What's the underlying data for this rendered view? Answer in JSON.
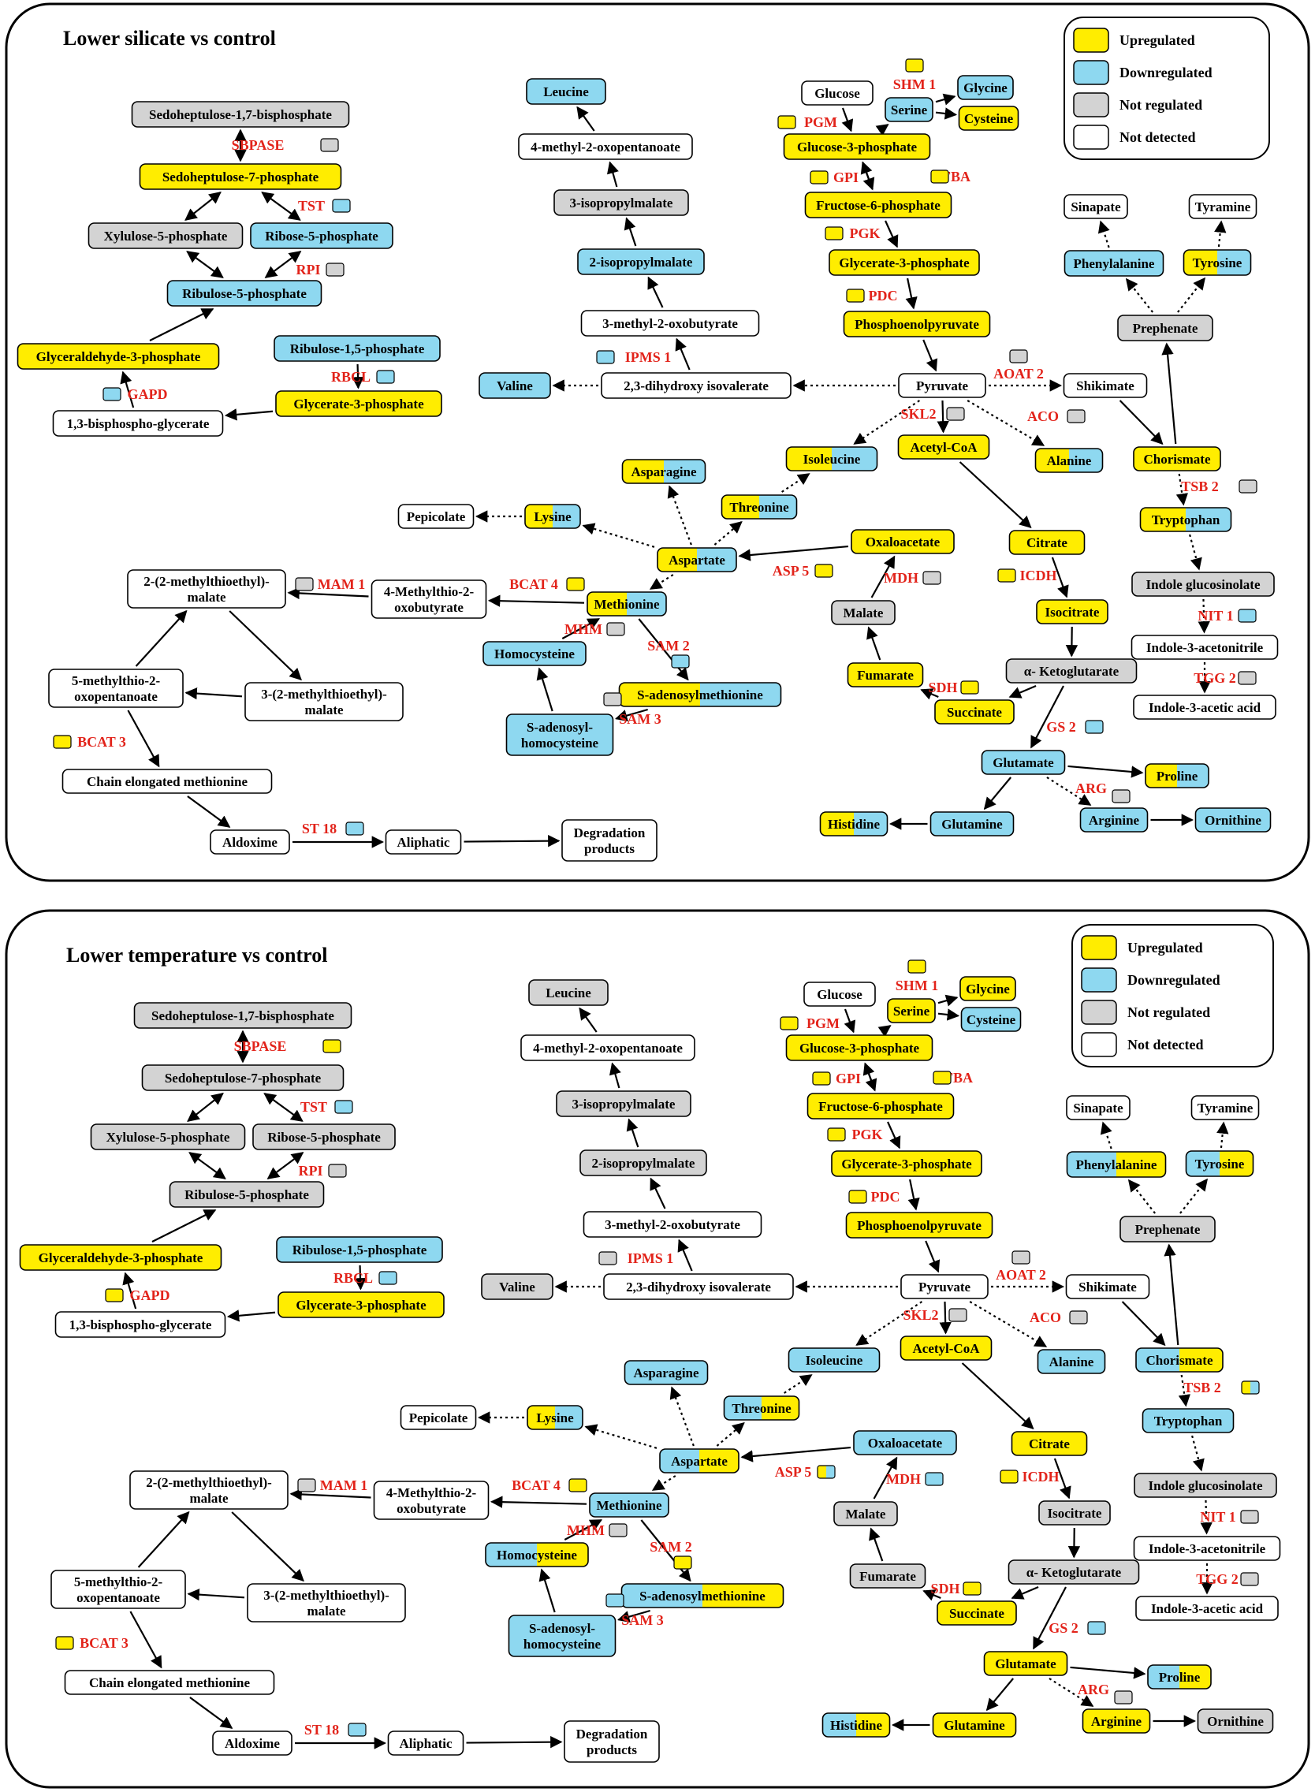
{
  "colors": {
    "up": "#FFED00",
    "down": "#8ED8F0",
    "notreg": "#D3D3D3",
    "nd": "#FFFFFF",
    "enzyme": "#E2231A",
    "stroke": "#000000"
  },
  "legend": [
    {
      "key": "up",
      "label": "Upregulated"
    },
    {
      "key": "down",
      "label": "Downregulated"
    },
    {
      "key": "notreg",
      "label": "Not regulated"
    },
    {
      "key": "nd",
      "label": "Not detected"
    }
  ],
  "panels": [
    {
      "id": "silicate",
      "title": "Lower silicate vs control",
      "nodes": {
        "s17bp": {
          "text": "Sedoheptulose-1,7-bisphosphate",
          "status": "notreg"
        },
        "s7p": {
          "text": "Sedoheptulose-7-phosphate",
          "status": "up"
        },
        "xu5p": {
          "text": "Xylulose-5-phosphate",
          "status": "notreg"
        },
        "r5p": {
          "text": "Ribose-5-phosphate",
          "status": "down"
        },
        "ru5p": {
          "text": "Ribulose-5-phosphate",
          "status": "down"
        },
        "ga3p": {
          "text": "Glyceraldehyde-3-phosphate",
          "status": "up"
        },
        "rubp": {
          "text": "Ribulose-1,5-phosphate",
          "status": "down"
        },
        "g3pl": {
          "text": "Glycerate-3-phosphate",
          "status": "up"
        },
        "bpg": {
          "text": "1,3-bisphospho-glycerate",
          "status": "nd"
        },
        "leu": {
          "text": "Leucine",
          "status": "down"
        },
        "mop": {
          "text": "4-methyl-2-oxopentanoate",
          "status": "nd"
        },
        "ipm3": {
          "text": "3-isopropylmalate",
          "status": "notreg"
        },
        "ipm2": {
          "text": "2-isopropylmalate",
          "status": "down"
        },
        "mob": {
          "text": "3-methyl-2-oxobutyrate",
          "status": "nd"
        },
        "dhiv": {
          "text": "2,3-dihydroxy isovalerate",
          "status": "nd"
        },
        "val": {
          "text": "Valine",
          "status": "down"
        },
        "glc": {
          "text": "Glucose",
          "status": "nd"
        },
        "ser": {
          "text": "Serine",
          "status": "down"
        },
        "gly": {
          "text": "Glycine",
          "status": "down"
        },
        "cys": {
          "text": "Cysteine",
          "status": "up"
        },
        "g3p": {
          "text": "Glucose-3-phosphate",
          "status": "up"
        },
        "f6p": {
          "text": "Fructose-6-phosphate",
          "status": "up"
        },
        "gly3p": {
          "text": "Glycerate-3-phosphate",
          "status": "up"
        },
        "pep": {
          "text": "Phosphoenolpyruvate",
          "status": "up"
        },
        "sin": {
          "text": "Sinapate",
          "status": "nd"
        },
        "tyra": {
          "text": "Tyramine",
          "status": "nd"
        },
        "phe": {
          "text": "Phenylalanine",
          "status": "down"
        },
        "tyr": {
          "text": "Tyrosine",
          "status": "split-yb"
        },
        "pre": {
          "text": "Prephenate",
          "status": "notreg"
        },
        "pyr": {
          "text": "Pyruvate",
          "status": "nd"
        },
        "shik": {
          "text": "Shikimate",
          "status": "nd"
        },
        "accoa": {
          "text": "Acetyl-CoA",
          "status": "up"
        },
        "ile": {
          "text": "Isoleucine",
          "status": "split-yb"
        },
        "ala": {
          "text": "Alanine",
          "status": "split-yb"
        },
        "cho": {
          "text": "Chorismate",
          "status": "up"
        },
        "asn": {
          "text": "Asparagine",
          "status": "split-yb"
        },
        "thr": {
          "text": "Threonine",
          "status": "split-yb"
        },
        "pip": {
          "text": "Pepicolate",
          "status": "nd"
        },
        "lys": {
          "text": "Lysine",
          "status": "split-yb"
        },
        "asp": {
          "text": "Aspartate",
          "status": "split-yb"
        },
        "oaa": {
          "text": "Oxaloacetate",
          "status": "up"
        },
        "cit": {
          "text": "Citrate",
          "status": "up"
        },
        "trp": {
          "text": "Tryptophan",
          "status": "split-yb"
        },
        "indg": {
          "text": "Indole glucosinolate",
          "status": "notreg"
        },
        "mtm": {
          "text": "2-(2-methylthioethyl)-\nmalate",
          "status": "nd"
        },
        "mtob": {
          "text": "4-Methylthio-2-\noxobutyrate",
          "status": "nd"
        },
        "met": {
          "text": "Methionine",
          "status": "split-yb"
        },
        "mal": {
          "text": "Malate",
          "status": "notreg"
        },
        "icit": {
          "text": "Isocitrate",
          "status": "up"
        },
        "hcy": {
          "text": "Homocysteine",
          "status": "down"
        },
        "ian": {
          "text": "Indole-3-acetonitrile",
          "status": "nd"
        },
        "mtop": {
          "text": "5-methylthio-2-\noxopentanoate",
          "status": "nd"
        },
        "mtm3": {
          "text": "3-(2-methylthioethyl)-\nmalate",
          "status": "nd"
        },
        "sam": {
          "text": "S-adenosylmethionine",
          "status": "split-yb"
        },
        "fum": {
          "text": "Fumarate",
          "status": "up"
        },
        "akg": {
          "text": "α- Ketoglutarate",
          "status": "notreg"
        },
        "iaa": {
          "text": "Indole-3-acetic acid",
          "status": "nd"
        },
        "sah": {
          "text": "S-adenosyl-\nhomocysteine",
          "status": "down"
        },
        "succ": {
          "text": "Succinate",
          "status": "up"
        },
        "cem": {
          "text": "Chain elongated methionine",
          "status": "nd"
        },
        "glu": {
          "text": "Glutamate",
          "status": "down"
        },
        "pro": {
          "text": "Proline",
          "status": "split-yb"
        },
        "his": {
          "text": "Histidine",
          "status": "split-yb"
        },
        "gln": {
          "text": "Glutamine",
          "status": "down"
        },
        "arg": {
          "text": "Arginine",
          "status": "down"
        },
        "orn": {
          "text": "Ornithine",
          "status": "down"
        },
        "ald": {
          "text": "Aldoxime",
          "status": "nd"
        },
        "alip": {
          "text": "Aliphatic",
          "status": "nd"
        },
        "deg": {
          "text": "Degradation\nproducts",
          "status": "nd"
        }
      },
      "enzymes": {
        "SBPASE": {
          "text": "SBPASE",
          "status": "notreg"
        },
        "TST": {
          "text": "TST",
          "status": "down"
        },
        "RPI": {
          "text": "RPI",
          "status": "notreg"
        },
        "RBCL": {
          "text": "RBCL",
          "status": "down"
        },
        "GAPD": {
          "text": "GAPD",
          "status": "down"
        },
        "IPMS1": {
          "text": "IPMS 1",
          "status": "down"
        },
        "SHM1": {
          "text": "SHM 1",
          "status": "up"
        },
        "PGM": {
          "text": "PGM",
          "status": "up"
        },
        "GPI": {
          "text": "GPI",
          "status": "up"
        },
        "FBA": {
          "text": "FBA",
          "status": "up"
        },
        "PGK": {
          "text": "PGK",
          "status": "up"
        },
        "PDC": {
          "text": "PDC",
          "status": "up"
        },
        "AOAT2": {
          "text": "AOAT 2",
          "status": "notreg"
        },
        "SKL2": {
          "text": "SKL2",
          "status": "notreg"
        },
        "ACO": {
          "text": "ACO",
          "status": "notreg"
        },
        "TSB2": {
          "text": "TSB 2",
          "status": "notreg"
        },
        "ASP5": {
          "text": "ASP 5",
          "status": "up"
        },
        "MDH": {
          "text": "MDH",
          "status": "notreg"
        },
        "ICDH": {
          "text": "ICDH",
          "status": "up"
        },
        "MAM1": {
          "text": "MAM 1",
          "status": "notreg"
        },
        "BCAT4": {
          "text": "BCAT 4",
          "status": "up"
        },
        "MHM": {
          "text": "MHM",
          "status": "notreg"
        },
        "NIT1": {
          "text": "NIT 1",
          "status": "down"
        },
        "SAM2": {
          "text": "SAM 2",
          "status": "down"
        },
        "TGG2": {
          "text": "TGG 2",
          "status": "notreg"
        },
        "SDH": {
          "text": "SDH",
          "status": "up"
        },
        "SAM3": {
          "text": "SAM 3",
          "status": "notreg"
        },
        "BCAT3": {
          "text": "BCAT 3",
          "status": "up"
        },
        "GS2": {
          "text": "GS 2",
          "status": "down"
        },
        "ARG": {
          "text": "ARG",
          "status": "notreg"
        },
        "ST18": {
          "text": "ST 18",
          "status": "down"
        }
      }
    },
    {
      "id": "temperature",
      "title": "Lower temperature vs control",
      "nodes": {
        "s17bp": {
          "text": "Sedoheptulose-1,7-bisphosphate",
          "status": "notreg"
        },
        "s7p": {
          "text": "Sedoheptulose-7-phosphate",
          "status": "notreg"
        },
        "xu5p": {
          "text": "Xylulose-5-phosphate",
          "status": "notreg"
        },
        "r5p": {
          "text": "Ribose-5-phosphate",
          "status": "notreg"
        },
        "ru5p": {
          "text": "Ribulose-5-phosphate",
          "status": "notreg"
        },
        "ga3p": {
          "text": "Glyceraldehyde-3-phosphate",
          "status": "up"
        },
        "rubp": {
          "text": "Ribulose-1,5-phosphate",
          "status": "down"
        },
        "g3pl": {
          "text": "Glycerate-3-phosphate",
          "status": "up"
        },
        "bpg": {
          "text": "1,3-bisphospho-glycerate",
          "status": "nd"
        },
        "leu": {
          "text": "Leucine",
          "status": "notreg"
        },
        "mop": {
          "text": "4-methyl-2-oxopentanoate",
          "status": "nd"
        },
        "ipm3": {
          "text": "3-isopropylmalate",
          "status": "notreg"
        },
        "ipm2": {
          "text": "2-isopropylmalate",
          "status": "notreg"
        },
        "mob": {
          "text": "3-methyl-2-oxobutyrate",
          "status": "nd"
        },
        "dhiv": {
          "text": "2,3-dihydroxy isovalerate",
          "status": "nd"
        },
        "val": {
          "text": "Valine",
          "status": "notreg"
        },
        "glc": {
          "text": "Glucose",
          "status": "nd"
        },
        "ser": {
          "text": "Serine",
          "status": "up"
        },
        "gly": {
          "text": "Glycine",
          "status": "up"
        },
        "cys": {
          "text": "Cysteine",
          "status": "down"
        },
        "g3p": {
          "text": "Glucose-3-phosphate",
          "status": "up"
        },
        "f6p": {
          "text": "Fructose-6-phosphate",
          "status": "up"
        },
        "gly3p": {
          "text": "Glycerate-3-phosphate",
          "status": "up"
        },
        "pep": {
          "text": "Phosphoenolpyruvate",
          "status": "up"
        },
        "sin": {
          "text": "Sinapate",
          "status": "nd"
        },
        "tyra": {
          "text": "Tyramine",
          "status": "nd"
        },
        "phe": {
          "text": "Phenylalanine",
          "status": "split-by"
        },
        "tyr": {
          "text": "Tyrosine",
          "status": "split-by"
        },
        "pre": {
          "text": "Prephenate",
          "status": "notreg"
        },
        "pyr": {
          "text": "Pyruvate",
          "status": "nd"
        },
        "shik": {
          "text": "Shikimate",
          "status": "nd"
        },
        "accoa": {
          "text": "Acetyl-CoA",
          "status": "up"
        },
        "ile": {
          "text": "Isoleucine",
          "status": "down"
        },
        "ala": {
          "text": "Alanine",
          "status": "down"
        },
        "cho": {
          "text": "Chorismate",
          "status": "split-by"
        },
        "asn": {
          "text": "Asparagine",
          "status": "down"
        },
        "thr": {
          "text": "Threonine",
          "status": "split-by"
        },
        "pip": {
          "text": "Pepicolate",
          "status": "nd"
        },
        "lys": {
          "text": "Lysine",
          "status": "split-yb"
        },
        "asp": {
          "text": "Aspartate",
          "status": "split-by"
        },
        "oaa": {
          "text": "Oxaloacetate",
          "status": "down"
        },
        "cit": {
          "text": "Citrate",
          "status": "up"
        },
        "trp": {
          "text": "Tryptophan",
          "status": "down"
        },
        "indg": {
          "text": "Indole glucosinolate",
          "status": "notreg"
        },
        "mtm": {
          "text": "2-(2-methylthioethyl)-\nmalate",
          "status": "nd"
        },
        "mtob": {
          "text": "4-Methylthio-2-\noxobutyrate",
          "status": "nd"
        },
        "met": {
          "text": "Methionine",
          "status": "down"
        },
        "mal": {
          "text": "Malate",
          "status": "notreg"
        },
        "icit": {
          "text": "Isocitrate",
          "status": "notreg"
        },
        "hcy": {
          "text": "Homocysteine",
          "status": "split-by"
        },
        "ian": {
          "text": "Indole-3-acetonitrile",
          "status": "nd"
        },
        "mtop": {
          "text": "5-methylthio-2-\noxopentanoate",
          "status": "nd"
        },
        "mtm3": {
          "text": "3-(2-methylthioethyl)-\nmalate",
          "status": "nd"
        },
        "sam": {
          "text": "S-adenosylmethionine",
          "status": "split-by"
        },
        "fum": {
          "text": "Fumarate",
          "status": "notreg"
        },
        "akg": {
          "text": "α- Ketoglutarate",
          "status": "notreg"
        },
        "iaa": {
          "text": "Indole-3-acetic acid",
          "status": "nd"
        },
        "sah": {
          "text": "S-adenosyl-\nhomocysteine",
          "status": "down"
        },
        "succ": {
          "text": "Succinate",
          "status": "up"
        },
        "cem": {
          "text": "Chain elongated methionine",
          "status": "nd"
        },
        "glu": {
          "text": "Glutamate",
          "status": "up"
        },
        "pro": {
          "text": "Proline",
          "status": "split-by"
        },
        "his": {
          "text": "Histidine",
          "status": "split-by"
        },
        "gln": {
          "text": "Glutamine",
          "status": "up"
        },
        "arg": {
          "text": "Arginine",
          "status": "up"
        },
        "orn": {
          "text": "Ornithine",
          "status": "notreg"
        },
        "ald": {
          "text": "Aldoxime",
          "status": "nd"
        },
        "alip": {
          "text": "Aliphatic",
          "status": "nd"
        },
        "deg": {
          "text": "Degradation\nproducts",
          "status": "nd"
        }
      },
      "enzymes": {
        "SBPASE": {
          "text": "SBPASE",
          "status": "up"
        },
        "TST": {
          "text": "TST",
          "status": "down"
        },
        "RPI": {
          "text": "RPI",
          "status": "notreg"
        },
        "RBCL": {
          "text": "RBCL",
          "status": "down"
        },
        "GAPD": {
          "text": "GAPD",
          "status": "up"
        },
        "IPMS1": {
          "text": "IPMS 1",
          "status": "notreg"
        },
        "SHM1": {
          "text": "SHM 1",
          "status": "up"
        },
        "PGM": {
          "text": "PGM",
          "status": "up"
        },
        "GPI": {
          "text": "GPI",
          "status": "up"
        },
        "FBA": {
          "text": "FBA",
          "status": "up"
        },
        "PGK": {
          "text": "PGK",
          "status": "up"
        },
        "PDC": {
          "text": "PDC",
          "status": "up"
        },
        "AOAT2": {
          "text": "AOAT 2",
          "status": "notreg"
        },
        "SKL2": {
          "text": "SKL2",
          "status": "notreg"
        },
        "ACO": {
          "text": "ACO",
          "status": "notreg"
        },
        "TSB2": {
          "text": "TSB 2",
          "status": "split-yb"
        },
        "ASP5": {
          "text": "ASP 5",
          "status": "split-yb"
        },
        "MDH": {
          "text": "MDH",
          "status": "down"
        },
        "ICDH": {
          "text": "ICDH",
          "status": "up"
        },
        "MAM1": {
          "text": "MAM 1",
          "status": "notreg"
        },
        "BCAT4": {
          "text": "BCAT 4",
          "status": "up"
        },
        "MHM": {
          "text": "MHM",
          "status": "notreg"
        },
        "NIT1": {
          "text": "NIT 1",
          "status": "notreg"
        },
        "SAM2": {
          "text": "SAM 2",
          "status": "up"
        },
        "TGG2": {
          "text": "TGG 2",
          "status": "notreg"
        },
        "SDH": {
          "text": "SDH",
          "status": "up"
        },
        "SAM3": {
          "text": "SAM 3",
          "status": "down"
        },
        "BCAT3": {
          "text": "BCAT 3",
          "status": "up"
        },
        "GS2": {
          "text": "GS 2",
          "status": "down"
        },
        "ARG": {
          "text": "ARG",
          "status": "notreg"
        },
        "ST18": {
          "text": "ST 18",
          "status": "down"
        }
      }
    }
  ]
}
